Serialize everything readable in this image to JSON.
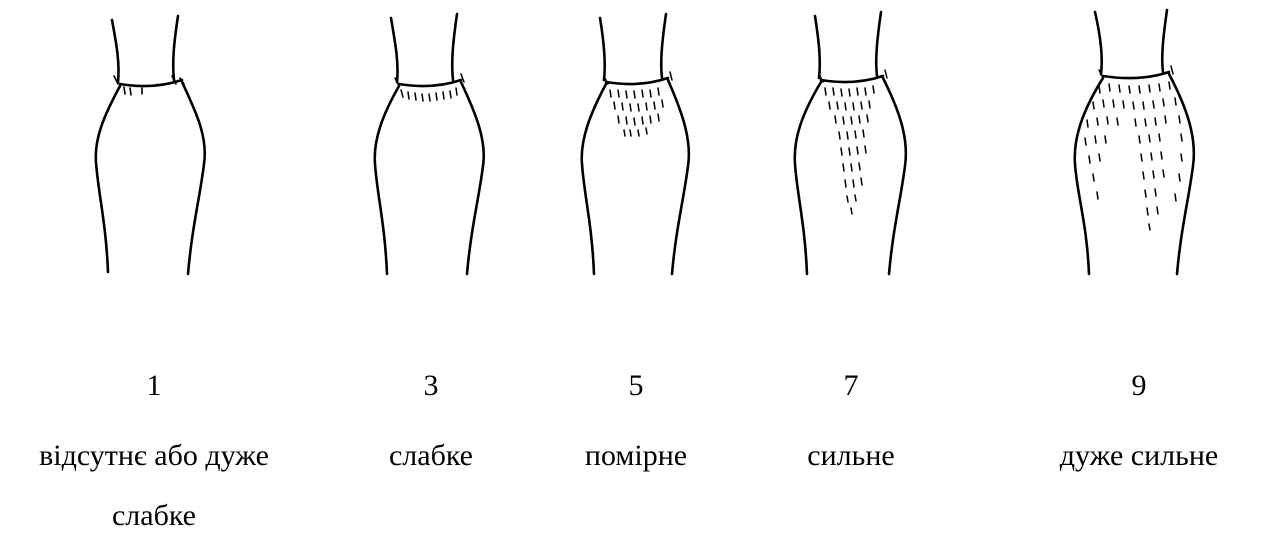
{
  "panels": [
    {
      "score": "1",
      "label": "відсутнє або дуже слабке",
      "pubescence": "none"
    },
    {
      "score": "3",
      "label": "слабке",
      "pubescence": "weak"
    },
    {
      "score": "5",
      "label": "помірне",
      "pubescence": "moderate"
    },
    {
      "score": "7",
      "label": "сильне",
      "pubescence": "strong"
    },
    {
      "score": "9",
      "label": "дуже сильне",
      "pubescence": "very-strong"
    }
  ],
  "colors": {
    "ink": "#000000",
    "background": "#ffffff"
  }
}
